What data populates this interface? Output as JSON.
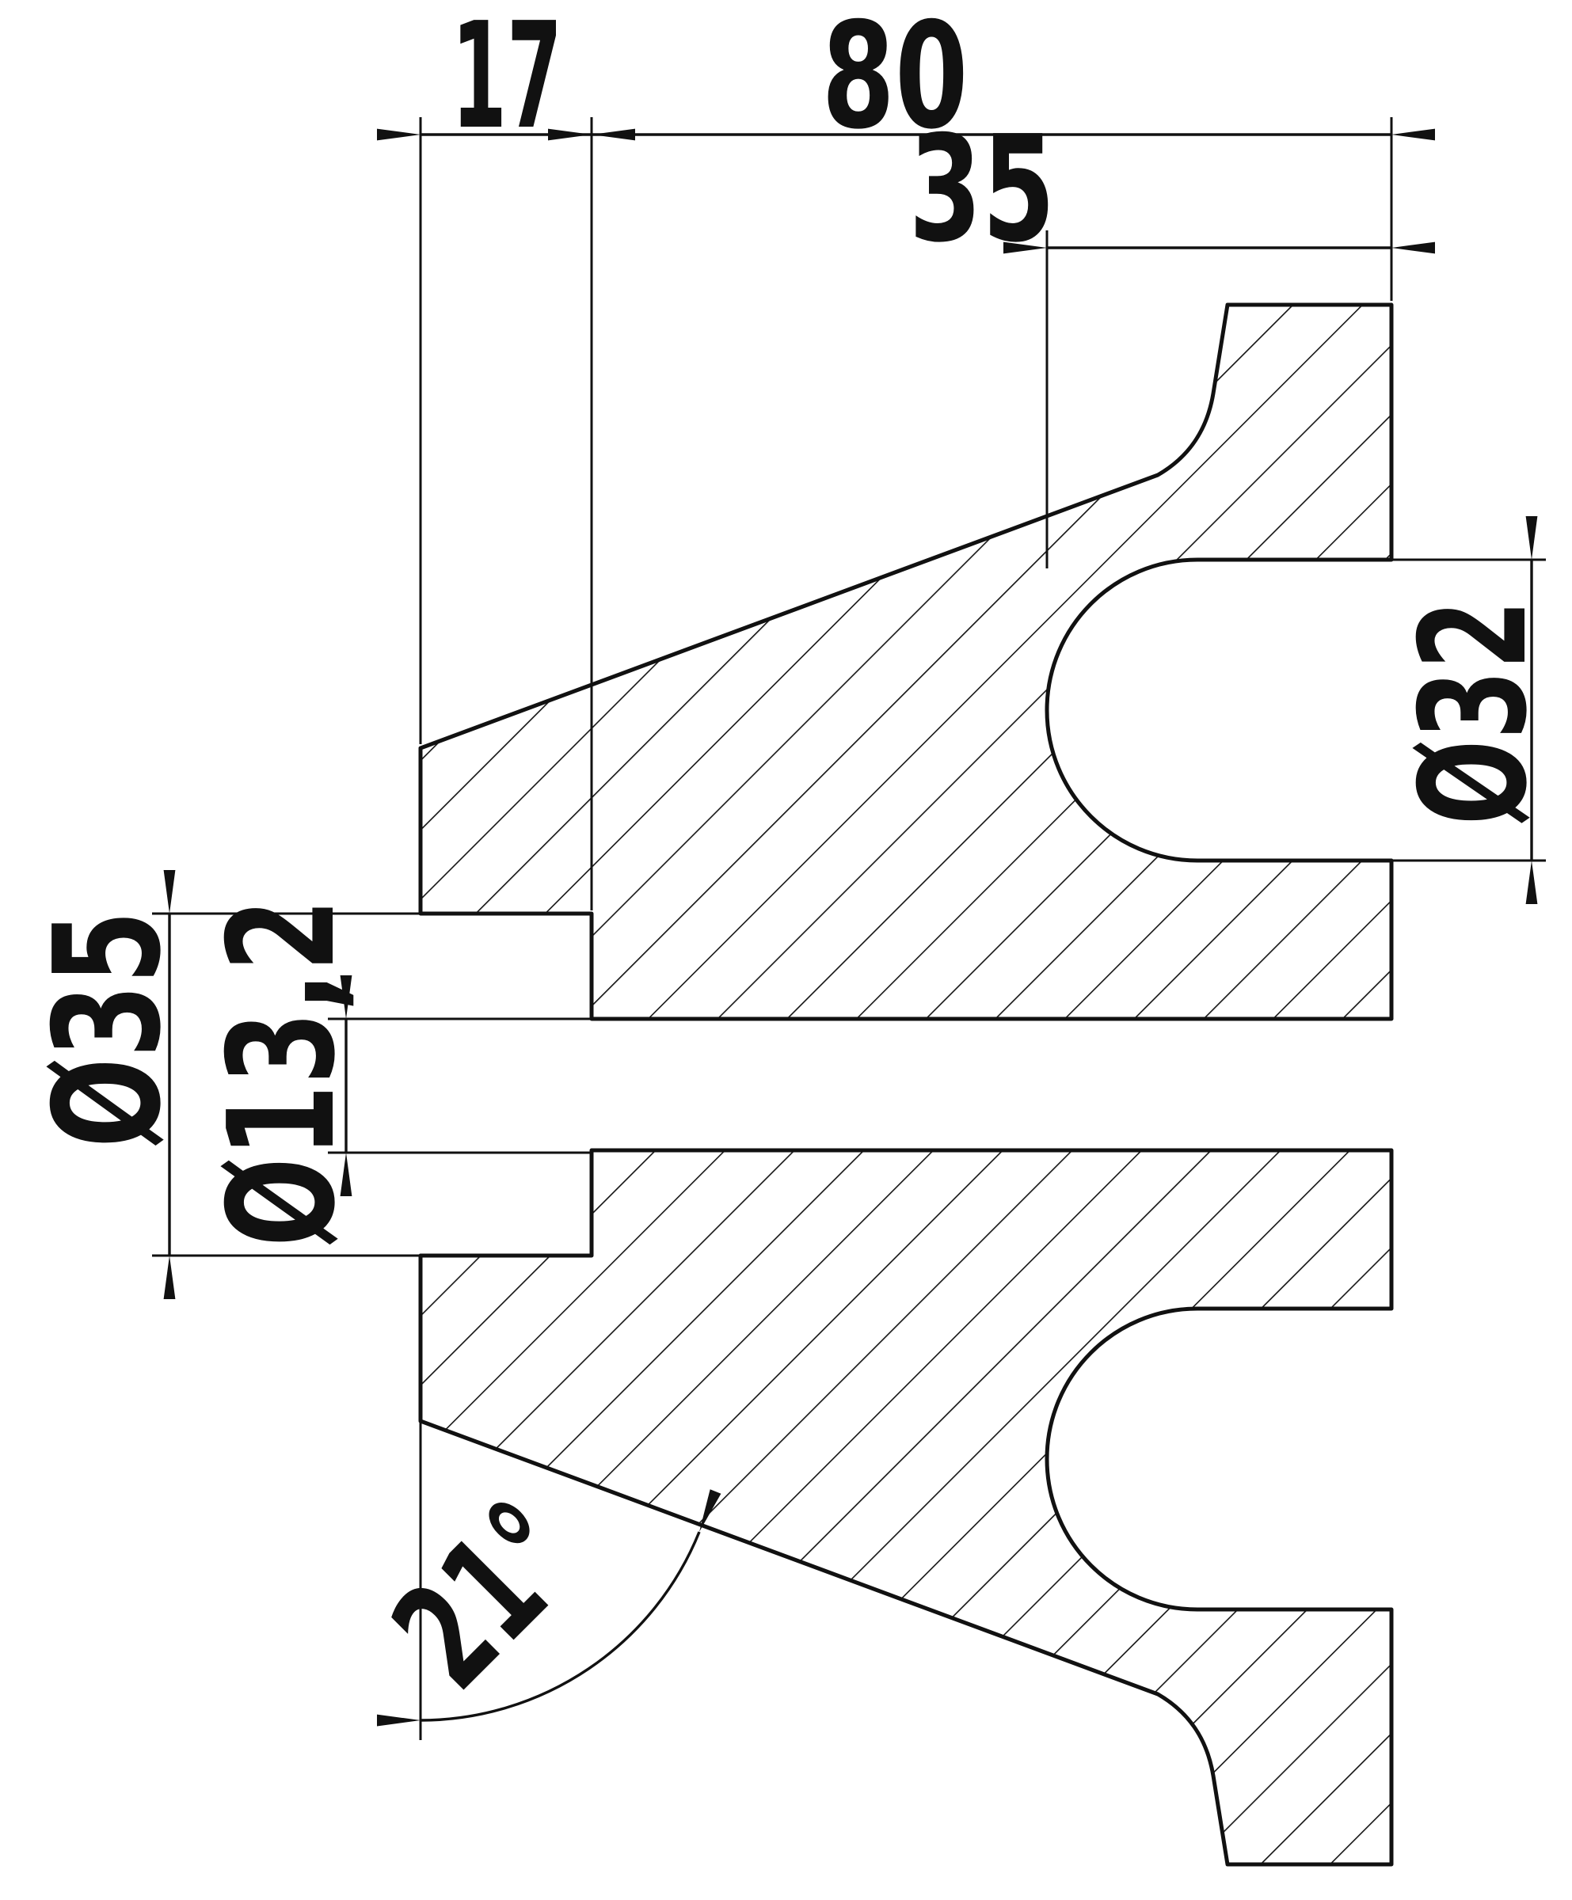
{
  "drawing": {
    "description": "Sectional engineering drawing of a coned sheave / taper bushing with rim groove",
    "background_color": "#ffffff",
    "line_color": "#111111",
    "dimensions": {
      "counterbore_depth": "17",
      "body_length": "80",
      "groove_depth": "35",
      "groove_profile_diameter": "Ø32",
      "counterbore_diameter": "Ø35",
      "through_bore_diameter": "Ø13,2",
      "cone_angle": "21°"
    }
  }
}
